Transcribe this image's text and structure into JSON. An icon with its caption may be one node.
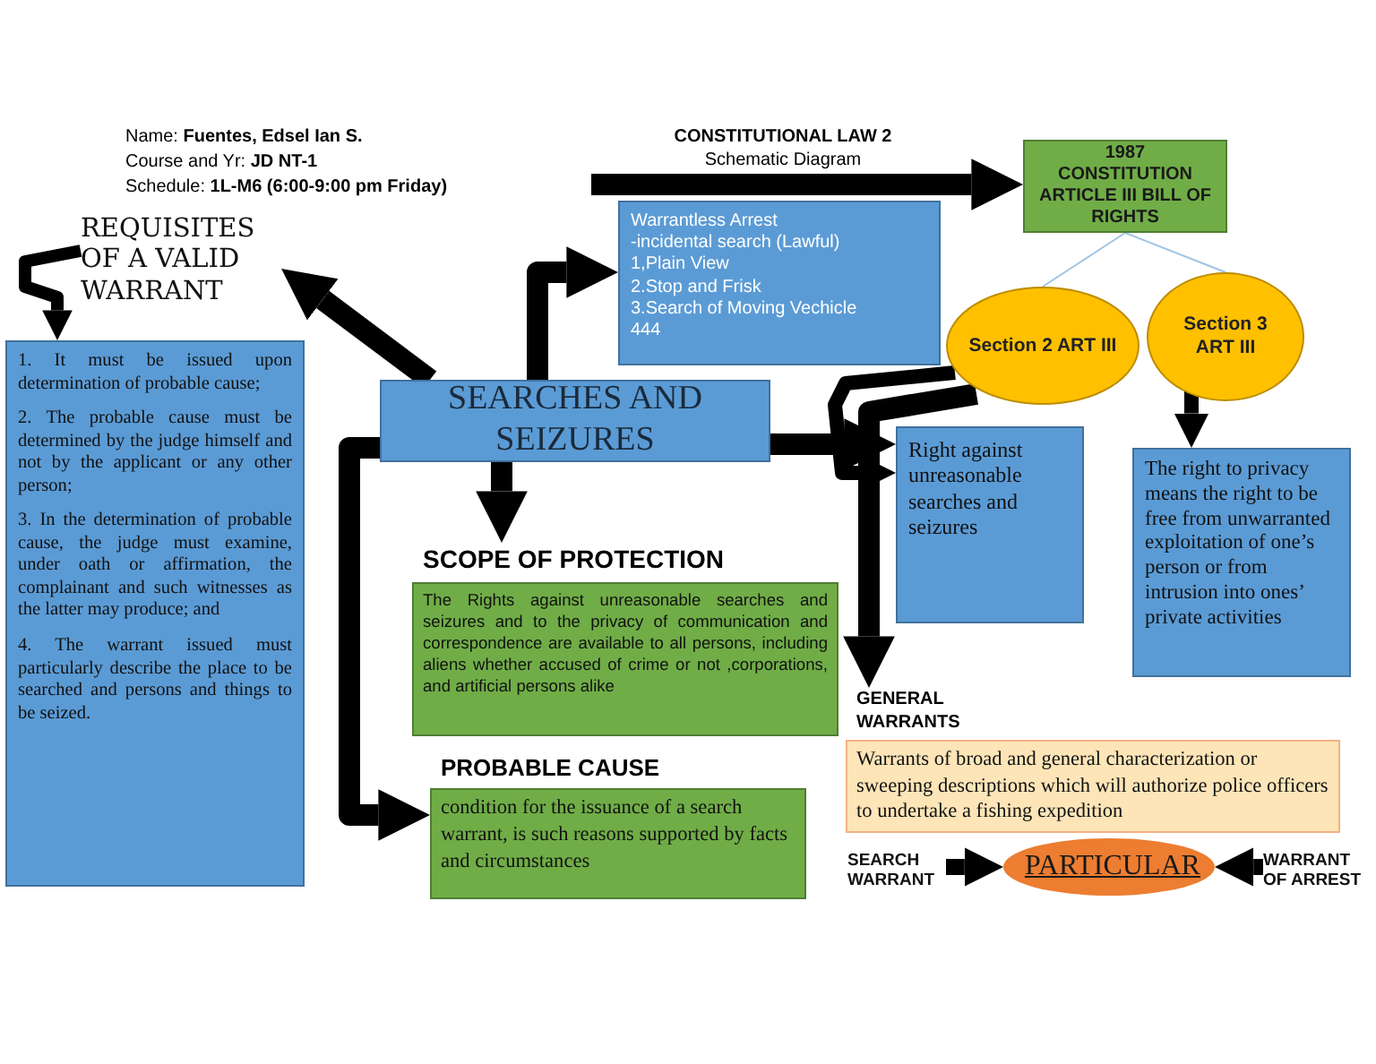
{
  "diagram": {
    "title": "CONSTITUTIONAL LAW 2",
    "nodes": [
      {
        "text": [
          "1987 CONSTITUTION ARTICLE III BILL OF RIGHTS"
        ]
      },
      {
        "text": [
          "Section 2 ART III"
        ]
      },
      {
        "text": [
          "Section 3 ART III"
        ]
      },
      {
        "text": [
          "REQUISITES OF A VALID WARRANT"
        ]
      },
      {
        "text": [
          "1. It must be issued upon determination of probable cause;",
          "2. The probable cause must be determined by the judge himself and not by the applicant or any other person;",
          "3. In the determination of probable cause, the judge must examine, under oath or affirmation, the complainant and such witnesses as the latter may produce; and",
          "4. The warrant issued must particularly describe the place to be searched and persons and things to be seized."
        ]
      },
      {
        "text": [
          "Warrantless Arrest",
          "-incidental search (Lawful)",
          "1,Plain View",
          "2.Stop and Frisk",
          "3.Search of  Moving Vechicle",
          "444"
        ]
      },
      {
        "text": [
          "SEARCHES AND SEIZURES"
        ]
      },
      {
        "text": [
          "Right against unreasonable searches and seizures"
        ]
      },
      {
        "text": [
          "The right to privacy means the right to be free from unwarranted exploitation of one’s person or from intrusion into ones’ private activities"
        ]
      },
      {
        "text": [
          "SCOPE OF PROTECTION",
          "The Rights against unreasonable searches and seizures and to the privacy of communication and correspondence are available to all persons, including aliens whether accused of crime or not ,corporations, and artificial persons alike"
        ]
      },
      {
        "text": [
          "GENERAL WARRANTS",
          "Warrants of broad and general characterization or sweeping descriptions which will authorize police officers to undertake a fishing expedition"
        ]
      },
      {
        "text": [
          "PROBABLE CAUSE",
          "condition for the issuance of a search warrant, is such reasons supported by facts and circumstances"
        ]
      },
      {
        "text": [
          "SEARCH WARRANT"
        ]
      },
      {
        "text": [
          "PARTICULAR"
        ]
      },
      {
        "text": [
          "WARRANT OF ARREST"
        ]
      }
    ],
    "edges": [
      {
        "from": null,
        "to": 0,
        "arrow": "to"
      },
      {
        "from": 0,
        "to": 1,
        "arrow": "none",
        "color": "#9dc3e6"
      },
      {
        "from": 0,
        "to": 2,
        "arrow": "none",
        "color": "#9dc3e6"
      },
      {
        "from": 6,
        "to": 5,
        "arrow": "to"
      },
      {
        "from": 6,
        "to": 3,
        "arrow": "to"
      },
      {
        "from": 3,
        "to": 4,
        "arrow": "to"
      },
      {
        "from": 6,
        "to": 9,
        "arrow": "to"
      },
      {
        "from": 6,
        "to": 7,
        "arrow": "to"
      },
      {
        "from": 1,
        "to": 7,
        "arrow": "to"
      },
      {
        "from": 1,
        "to": 10,
        "arrow": "to"
      },
      {
        "from": 2,
        "to": 8,
        "arrow": "to"
      },
      {
        "from": 6,
        "to": 11,
        "arrow": "to"
      },
      {
        "from": 12,
        "to": 13,
        "arrow": "to"
      },
      {
        "from": 14,
        "to": 13,
        "arrow": "to"
      }
    ],
    "labels": [
      "Schematic Diagram",
      "Name: **Fuentes, Edsel Ian S.**",
      "Course and Yr: **JD NT-1**",
      "Schedule: **1L-M6 (6:00-9:00 pm Friday)**"
    ]
  }
}
